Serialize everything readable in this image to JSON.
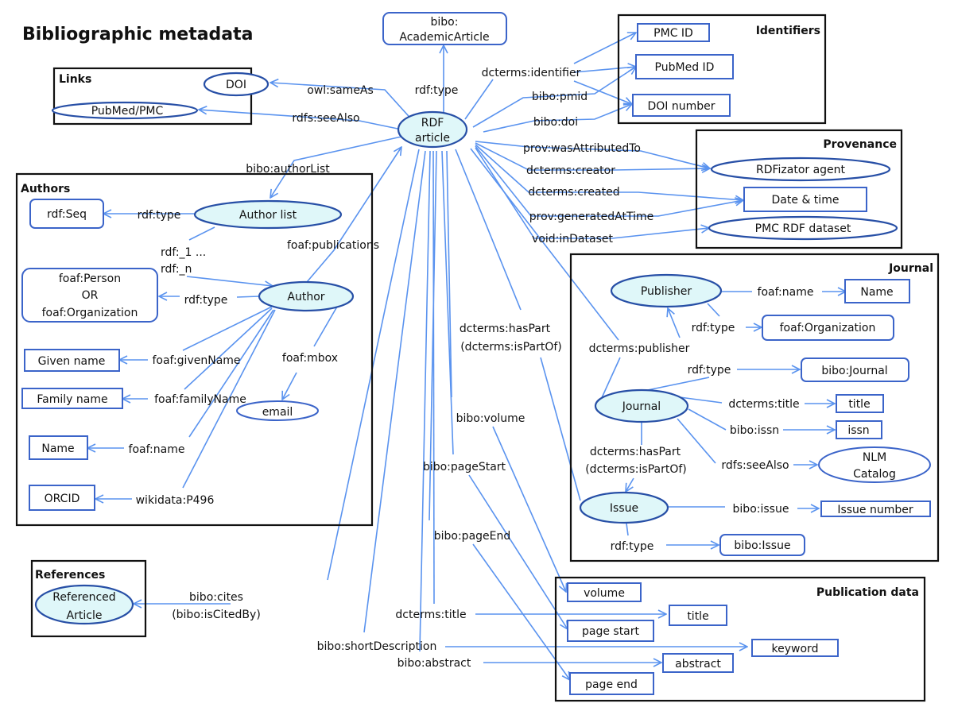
{
  "title": "Bibliographic metadata",
  "colors": {
    "edge": "#5a93ef",
    "node_border": "#3b64c9",
    "resource_fill": "#dff7f9",
    "box_border": "#111111"
  },
  "groups": {
    "links": "Links",
    "identifiers": "Identifiers",
    "provenance": "Provenance",
    "authors": "Authors",
    "journal": "Journal",
    "references": "References",
    "publication_data": "Publication data"
  },
  "nodes": {
    "rdf_article": [
      "RDF",
      "article"
    ],
    "academic_article": [
      "bibo:",
      "AcademicArticle"
    ],
    "doi_link": "DOI",
    "pubmed_pmc": "PubMed/PMC",
    "pmc_id": "PMC ID",
    "pubmed_id": "PubMed ID",
    "doi_number": "DOI number",
    "rdfizator_agent": "RDFizator agent",
    "date_time": "Date & time",
    "pmc_rdf_dataset": "PMC RDF dataset",
    "rdf_seq": "rdf:Seq",
    "author_list": "Author list",
    "person_or_org": [
      "foaf:Person",
      "OR",
      "foaf:Organization"
    ],
    "author": "Author",
    "given_name": "Given name",
    "family_name": "Family name",
    "author_name": "Name",
    "orcid": "ORCID",
    "email": "email",
    "publisher": "Publisher",
    "publisher_name": "Name",
    "foaf_organization": "foaf:Organization",
    "bibo_journal": "bibo:Journal",
    "journal": "Journal",
    "journal_title": "title",
    "issn": "issn",
    "nlm_catalog": [
      "NLM",
      "Catalog"
    ],
    "issue": "Issue",
    "issue_number": "Issue number",
    "bibo_issue": "bibo:Issue",
    "referenced_article": [
      "Referenced",
      "Article"
    ],
    "volume": "volume",
    "pub_title": "title",
    "page_start": "page start",
    "keyword": "keyword",
    "abstract": "abstract",
    "page_end": "page end"
  },
  "edges": {
    "rdf_type_article": "rdf:type",
    "owl_sameas": "owl:sameAs",
    "rdfs_seealso_links": "rdfs:seeAlso",
    "dcterms_identifier": "dcterms:identifier",
    "bibo_pmid": "bibo:pmid",
    "bibo_doi": "bibo:doi",
    "prov_was_attributed_to": "prov:wasAttributedTo",
    "dcterms_creator": "dcterms:creator",
    "dcterms_created": "dcterms:created",
    "prov_generated_at_time": "prov:generatedAtTime",
    "void_in_dataset": "void:inDataset",
    "bibo_author_list": "bibo:authorList",
    "rdf_type_seq": "rdf:type",
    "rdf_members": [
      "rdf:_1 ...",
      "rdf:_n"
    ],
    "foaf_publications": "foaf:publications",
    "rdf_type_author": "rdf:type",
    "foaf_given_name": "foaf:givenName",
    "foaf_family_name": "foaf:familyName",
    "foaf_name_author": "foaf:name",
    "wikidata_p496": "wikidata:P496",
    "foaf_mbox": "foaf:mbox",
    "dcterms_has_part_article": [
      "dcterms:hasPart",
      "(dcterms:isPartOf)"
    ],
    "dcterms_publisher": "dcterms:publisher",
    "foaf_name_publisher": "foaf:name",
    "rdf_type_publisher": "rdf:type",
    "rdf_type_journal": "rdf:type",
    "dcterms_title_journal": "dcterms:title",
    "bibo_issn": "bibo:issn",
    "rdfs_seealso_journal": "rdfs:seeAlso",
    "dcterms_has_part_journal": [
      "dcterms:hasPart",
      "(dcterms:isPartOf)"
    ],
    "bibo_issue": "bibo:issue",
    "rdf_type_issue": "rdf:type",
    "bibo_volume": "bibo:volume",
    "bibo_page_start": "bibo:pageStart",
    "bibo_page_end": "bibo:pageEnd",
    "bibo_cites": [
      "bibo:cites",
      "(bibo:isCitedBy)"
    ],
    "dcterms_title_article": "dcterms:title",
    "bibo_short_description": "bibo:shortDescription",
    "bibo_abstract": "bibo:abstract"
  }
}
